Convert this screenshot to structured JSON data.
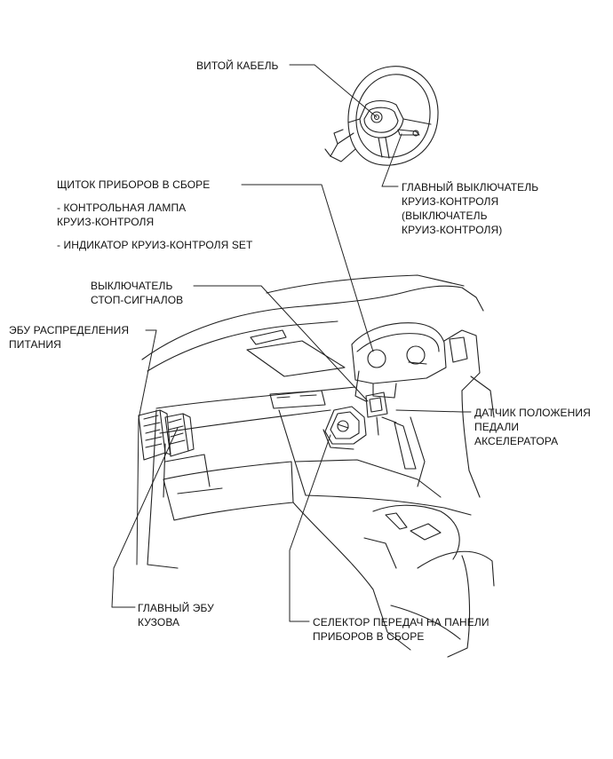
{
  "labels": {
    "spiral_cable": "ВИТОЙ КАБЕЛЬ",
    "meter_assembly": "ЩИТОК ПРИБОРОВ В СБОРЕ",
    "indicator_lamp": [
      "- КОНТРОЛЬНАЯ ЛАМПА",
      "КРУИЗ-КОНТРОЛЯ"
    ],
    "set_indicator": "- ИНДИКАТОР КРУИЗ-КОНТРОЛЯ SET",
    "main_switch": [
      "ГЛАВНЫЙ ВЫКЛЮЧАТЕЛЬ",
      "КРУИЗ-КОНТРОЛЯ",
      "(ВЫКЛЮЧАТЕЛЬ",
      "КРУИЗ-КОНТРОЛЯ)"
    ],
    "stop_light_switch": [
      "ВЫКЛЮЧАТЕЛЬ",
      "СТОП-СИГНАЛОВ"
    ],
    "power_dist_ecu": [
      "ЭБУ РАСПРЕДЕЛЕНИЯ",
      "ПИТАНИЯ"
    ],
    "accel_sensor": [
      "ДАТЧИК ПОЛОЖЕНИЯ",
      "ПЕДАЛИ",
      "АКСЕЛЕРАТОРА"
    ],
    "main_body_ecu": [
      "ГЛАВНЫЙ ЭБУ",
      "КУЗОВА"
    ],
    "shift_selector": [
      "СЕЛЕКТОР ПЕРЕДАЧ НА ПАНЕЛИ",
      "ПРИБОРОВ В СБОРЕ"
    ]
  }
}
